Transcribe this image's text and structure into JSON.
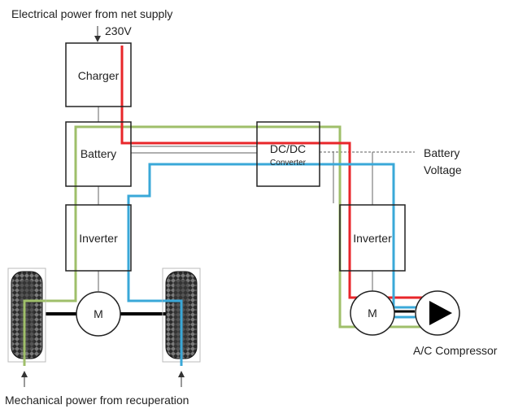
{
  "labels": {
    "net_supply": "Electrical power from net supply",
    "voltage_in": "230V",
    "charger": "Charger",
    "battery": "Battery",
    "inverter_left": "Inverter",
    "inverter_right": "Inverter",
    "dcdc_title": "DC/DC",
    "dcdc_sub": "Converter",
    "battery_voltage_line1": "Battery",
    "battery_voltage_line2": "Voltage",
    "motor_left": "M",
    "motor_right": "M",
    "compressor": "A/C Compressor",
    "recuperation": "Mechanical power from recuperation"
  },
  "colors": {
    "red_line": "#e8262a",
    "blue_line": "#3aa8d8",
    "green_line": "#9fbf6a",
    "gray_line": "#7f7f7f",
    "box_border": "#222222"
  }
}
